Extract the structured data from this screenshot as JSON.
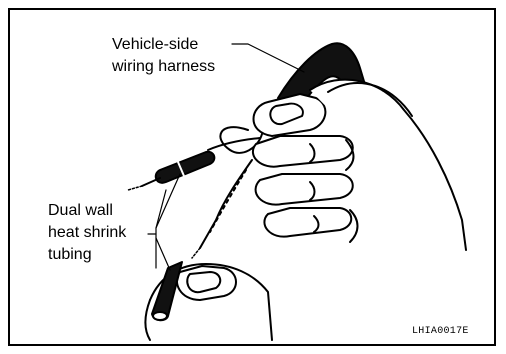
{
  "labels": {
    "vehicle_side_line1": "Vehicle-side",
    "vehicle_side_line2": "wiring harness",
    "dual_wall_line1": "Dual wall",
    "dual_wall_line2": "heat shrink",
    "dual_wall_line3": "tubing",
    "figure_code": "LHIA0017E"
  }
}
